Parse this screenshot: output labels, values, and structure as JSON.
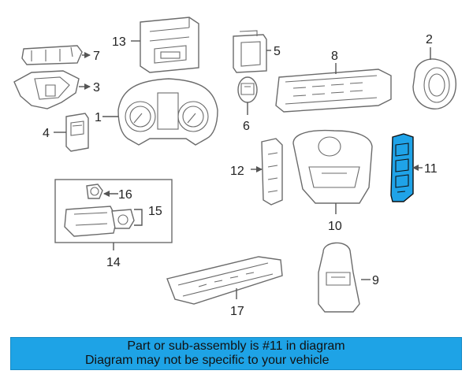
{
  "callouts": {
    "p1": "1",
    "p2": "2",
    "p3": "3",
    "p4": "4",
    "p5": "5",
    "p6": "6",
    "p7": "7",
    "p8": "8",
    "p9": "9",
    "p10": "10",
    "p11": "11",
    "p12": "12",
    "p13": "13",
    "p14": "14",
    "p15": "15",
    "p16": "16",
    "p17": "17"
  },
  "highlighted_part": "11",
  "highlight_color": "#1fa3e8",
  "banner": {
    "line1": "Part or sub-assembly is #11 in diagram",
    "line2": "Diagram may not be specific to your vehicle",
    "background": "#1ea3e6"
  }
}
